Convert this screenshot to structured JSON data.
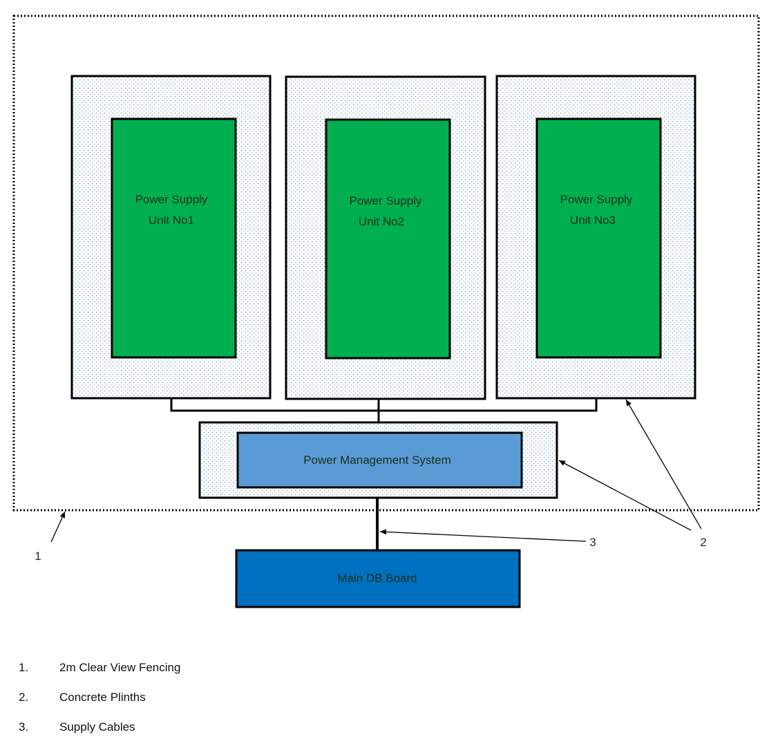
{
  "diagram": {
    "title": "",
    "colors": {
      "psu_fill": "#00B050",
      "pms_fill": "#5B9BD5",
      "db_fill": "#0070C0",
      "plinth_fill": "#F4F8FB",
      "outline": "#000000"
    },
    "power_supply_units": [
      {
        "line1": "Power Supply",
        "line2": "Unit No1"
      },
      {
        "line1": "Power Supply",
        "line2": "Unit No2"
      },
      {
        "line1": "Power Supply",
        "line2": "Unit No3"
      }
    ],
    "power_management_system": "Power Management System",
    "main_db_board": "Main DB Board",
    "callouts": {
      "fencing": "1",
      "plinths": "2",
      "cables": "3"
    }
  },
  "legend": [
    {
      "num": "1.",
      "text": "2m Clear View Fencing"
    },
    {
      "num": "2.",
      "text": "Concrete Plinths"
    },
    {
      "num": "3.",
      "text": "Supply Cables"
    }
  ]
}
